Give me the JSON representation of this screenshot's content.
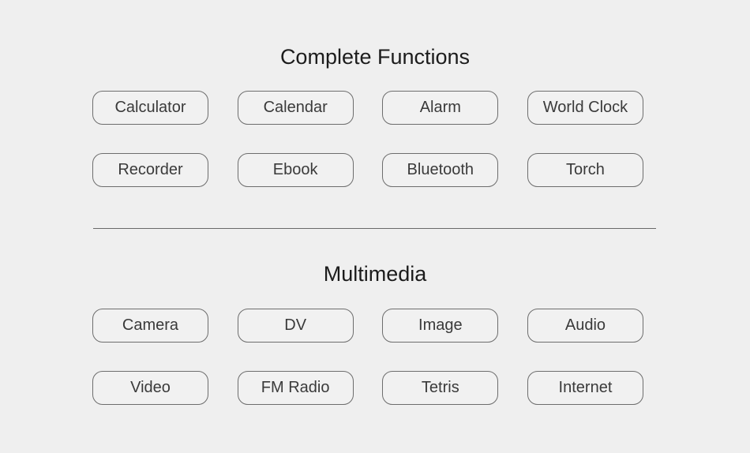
{
  "functions": {
    "title": "Complete Functions",
    "items": [
      "Calculator",
      "Calendar",
      "Alarm",
      "World Clock",
      "Recorder",
      "Ebook",
      "Bluetooth",
      "Torch"
    ]
  },
  "multimedia": {
    "title": "Multimedia",
    "items": [
      "Camera",
      "DV",
      "Image",
      "Audio",
      "Video",
      "FM Radio",
      "Tetris",
      "Internet"
    ]
  }
}
